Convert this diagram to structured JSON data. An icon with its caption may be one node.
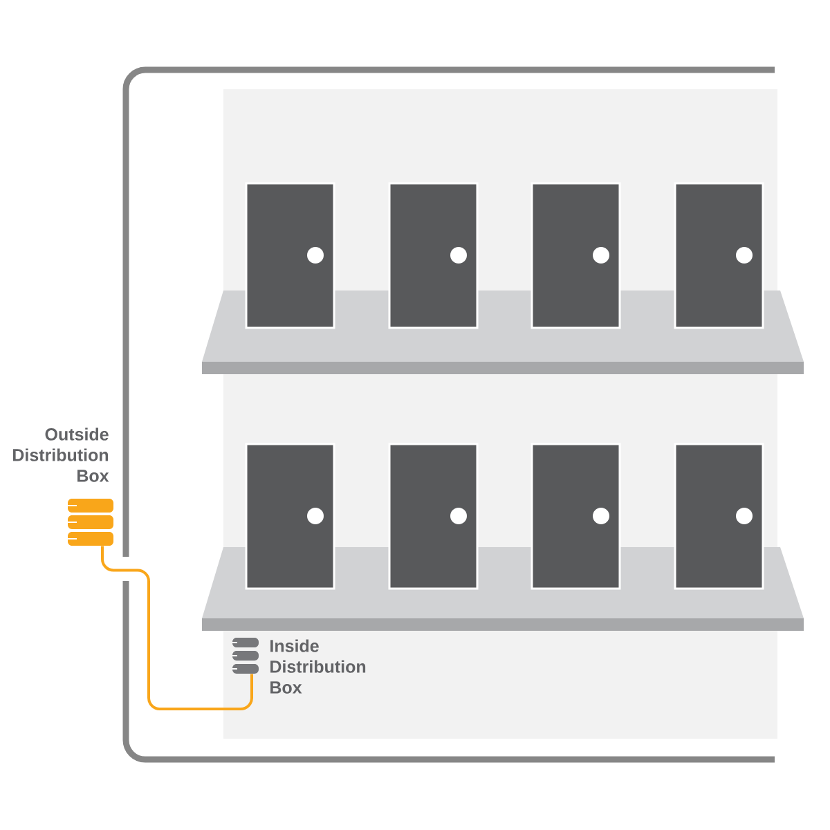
{
  "diagram": {
    "nodes": [
      {
        "text": [
          "Outside Distribution Box"
        ]
      },
      {
        "text": [
          "Inside Distribution Box"
        ]
      }
    ],
    "edges": [
      {
        "from": 0,
        "to": 1,
        "arrow": "none",
        "color": "#f9a61a"
      }
    ]
  }
}
